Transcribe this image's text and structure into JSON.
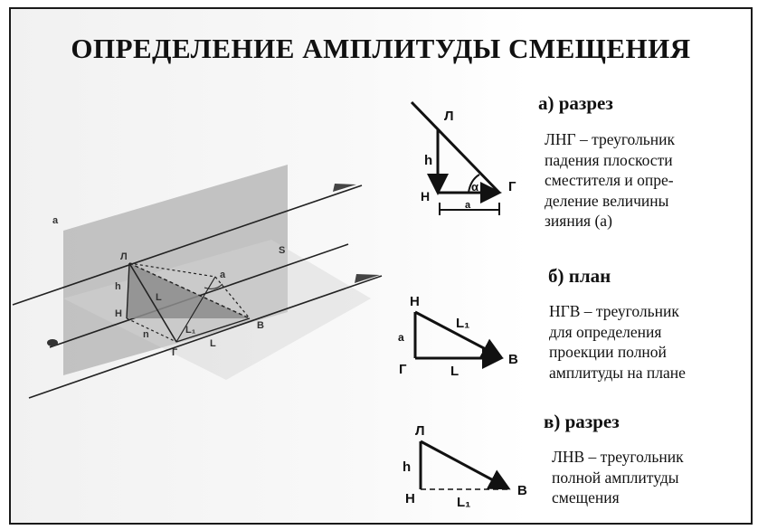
{
  "title": "ОПРЕДЕЛЕНИЕ АМПЛИТУДЫ СМЕЩЕНИЯ",
  "left_diagram": {
    "labels": {
      "plane": "a",
      "L": "Л",
      "S": "S",
      "h": "h",
      "H": "Н",
      "n": "n",
      "G": "Г",
      "V": "В",
      "a_point": "a",
      "L_side": "L",
      "L1": "L₁",
      "L_bottom": "L"
    }
  },
  "section_a": {
    "heading": "а) разрез",
    "lines": [
      "ЛНГ – треугольник",
      "падения плоскости",
      "сместителя и опре-",
      "деление величины",
      "зияния (а)"
    ],
    "labels": {
      "L": "Л",
      "h": "h",
      "H": "Н",
      "G": "Г",
      "alpha": "α",
      "a": "a"
    }
  },
  "section_b": {
    "heading": "б) план",
    "lines": [
      "НГВ – треугольник",
      "для определения",
      "проекции полной",
      "амплитуды на плане"
    ],
    "labels": {
      "H": "Н",
      "L1": "L₁",
      "a": "a",
      "G": "Г",
      "L": "L",
      "V": "В"
    }
  },
  "section_c": {
    "heading": "в) разрез",
    "lines": [
      "ЛНВ – треугольник",
      "полной амплитуды",
      "смещения"
    ],
    "labels": {
      "L": "Л",
      "h": "h",
      "H": "Н",
      "L1": "L₁",
      "V": "В"
    }
  }
}
